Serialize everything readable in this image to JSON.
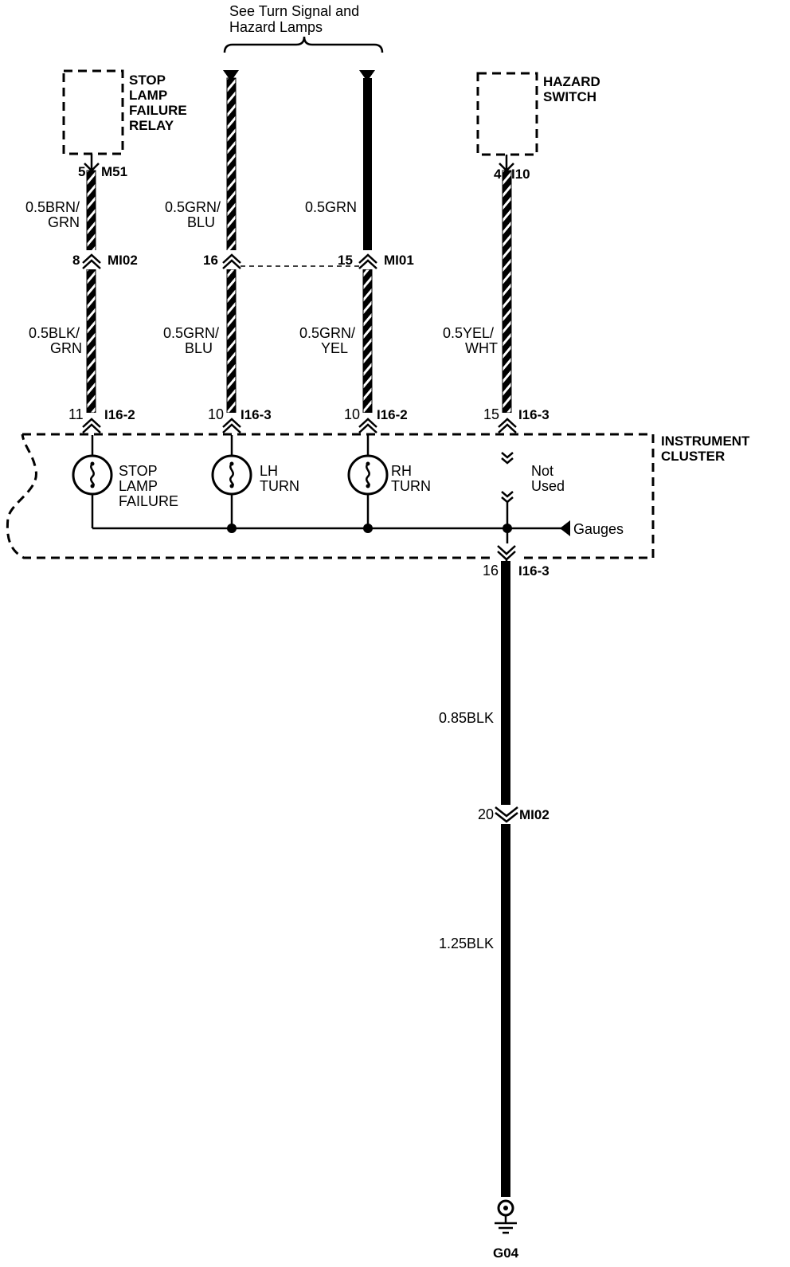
{
  "header_note": [
    "See Turn Signal and",
    "Hazard Lamps"
  ],
  "components": {
    "stop_lamp_failure_relay": [
      "STOP",
      "LAMP",
      "FAILURE",
      "RELAY"
    ],
    "hazard_switch": [
      "HAZARD",
      "SWITCH"
    ],
    "instrument_cluster": [
      "INSTRUMENT",
      "CLUSTER"
    ],
    "ground": "G04"
  },
  "connectors": {
    "relay_pin": "5",
    "relay_conn": "M51",
    "hazard_pin": "4",
    "hazard_conn": "I10",
    "mi02_top_pin": "8",
    "mi02_top_conn": "MI02",
    "mi01_left_pin": "16",
    "mi01_right_pin": "15",
    "mi01_conn": "MI01",
    "c1_pin": "11",
    "c1_conn": "I16-2",
    "c2_pin": "10",
    "c2_conn": "I16-3",
    "c3_pin": "10",
    "c3_conn": "I16-2",
    "c4_pin": "15",
    "c4_conn": "I16-3",
    "gnd_pin": "16",
    "gnd_conn": "I16-3",
    "mi02_bot_pin": "20",
    "mi02_bot_conn": "MI02"
  },
  "wires": {
    "w_brn_grn": [
      "0.5BRN/",
      "GRN"
    ],
    "w_grn_blu_top": [
      "0.5GRN/",
      "BLU"
    ],
    "w_grn_top": "0.5GRN",
    "w_blk_grn": [
      "0.5BLK/",
      "GRN"
    ],
    "w_grn_blu_bot": [
      "0.5GRN/",
      "BLU"
    ],
    "w_grn_yel": [
      "0.5GRN/",
      "YEL"
    ],
    "w_yel_wht": [
      "0.5YEL/",
      "WHT"
    ],
    "w_085blk": "0.85BLK",
    "w_125blk": "1.25BLK"
  },
  "lamps": {
    "stop": [
      "STOP",
      "LAMP",
      "FAILURE"
    ],
    "lh": [
      "LH",
      "TURN"
    ],
    "rh": [
      "RH",
      "TURN"
    ],
    "not_used": [
      "Not",
      "Used"
    ]
  },
  "gauges_label": "Gauges"
}
